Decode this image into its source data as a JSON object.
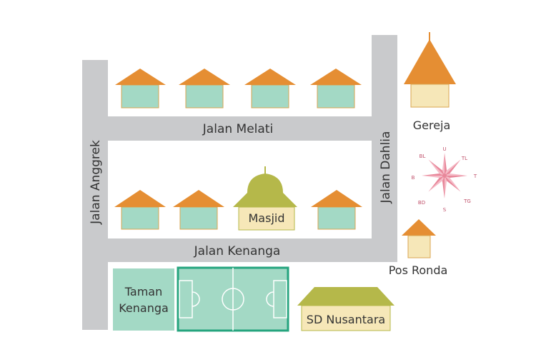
{
  "colors": {
    "road": "#c9cacc",
    "roof": "#e58e33",
    "wall": "#a3d9c5",
    "cream": "#f6e7b8",
    "olive": "#b5b84a",
    "field": "#25a47e",
    "park": "#a3d9c5",
    "compass": "#e8879a",
    "compass_light": "#f5bcc8"
  },
  "roads": {
    "melati": "Jalan Melati",
    "anggrek": "Jalan Anggrek",
    "dahlia": "Jalan Dahlia",
    "kenanga": "Jalan Kenanga"
  },
  "places": {
    "gereja": "Gereja",
    "masjid": "Masjid",
    "pos_ronda": "Pos Ronda",
    "taman_line1": "Taman",
    "taman_line2": "Kenanga",
    "sd": "SD Nusantara"
  },
  "compass": {
    "u": "U",
    "tl": "TL",
    "t": "T",
    "tg": "TG",
    "s": "S",
    "bd": "BD",
    "b": "B",
    "bl": "BL"
  }
}
